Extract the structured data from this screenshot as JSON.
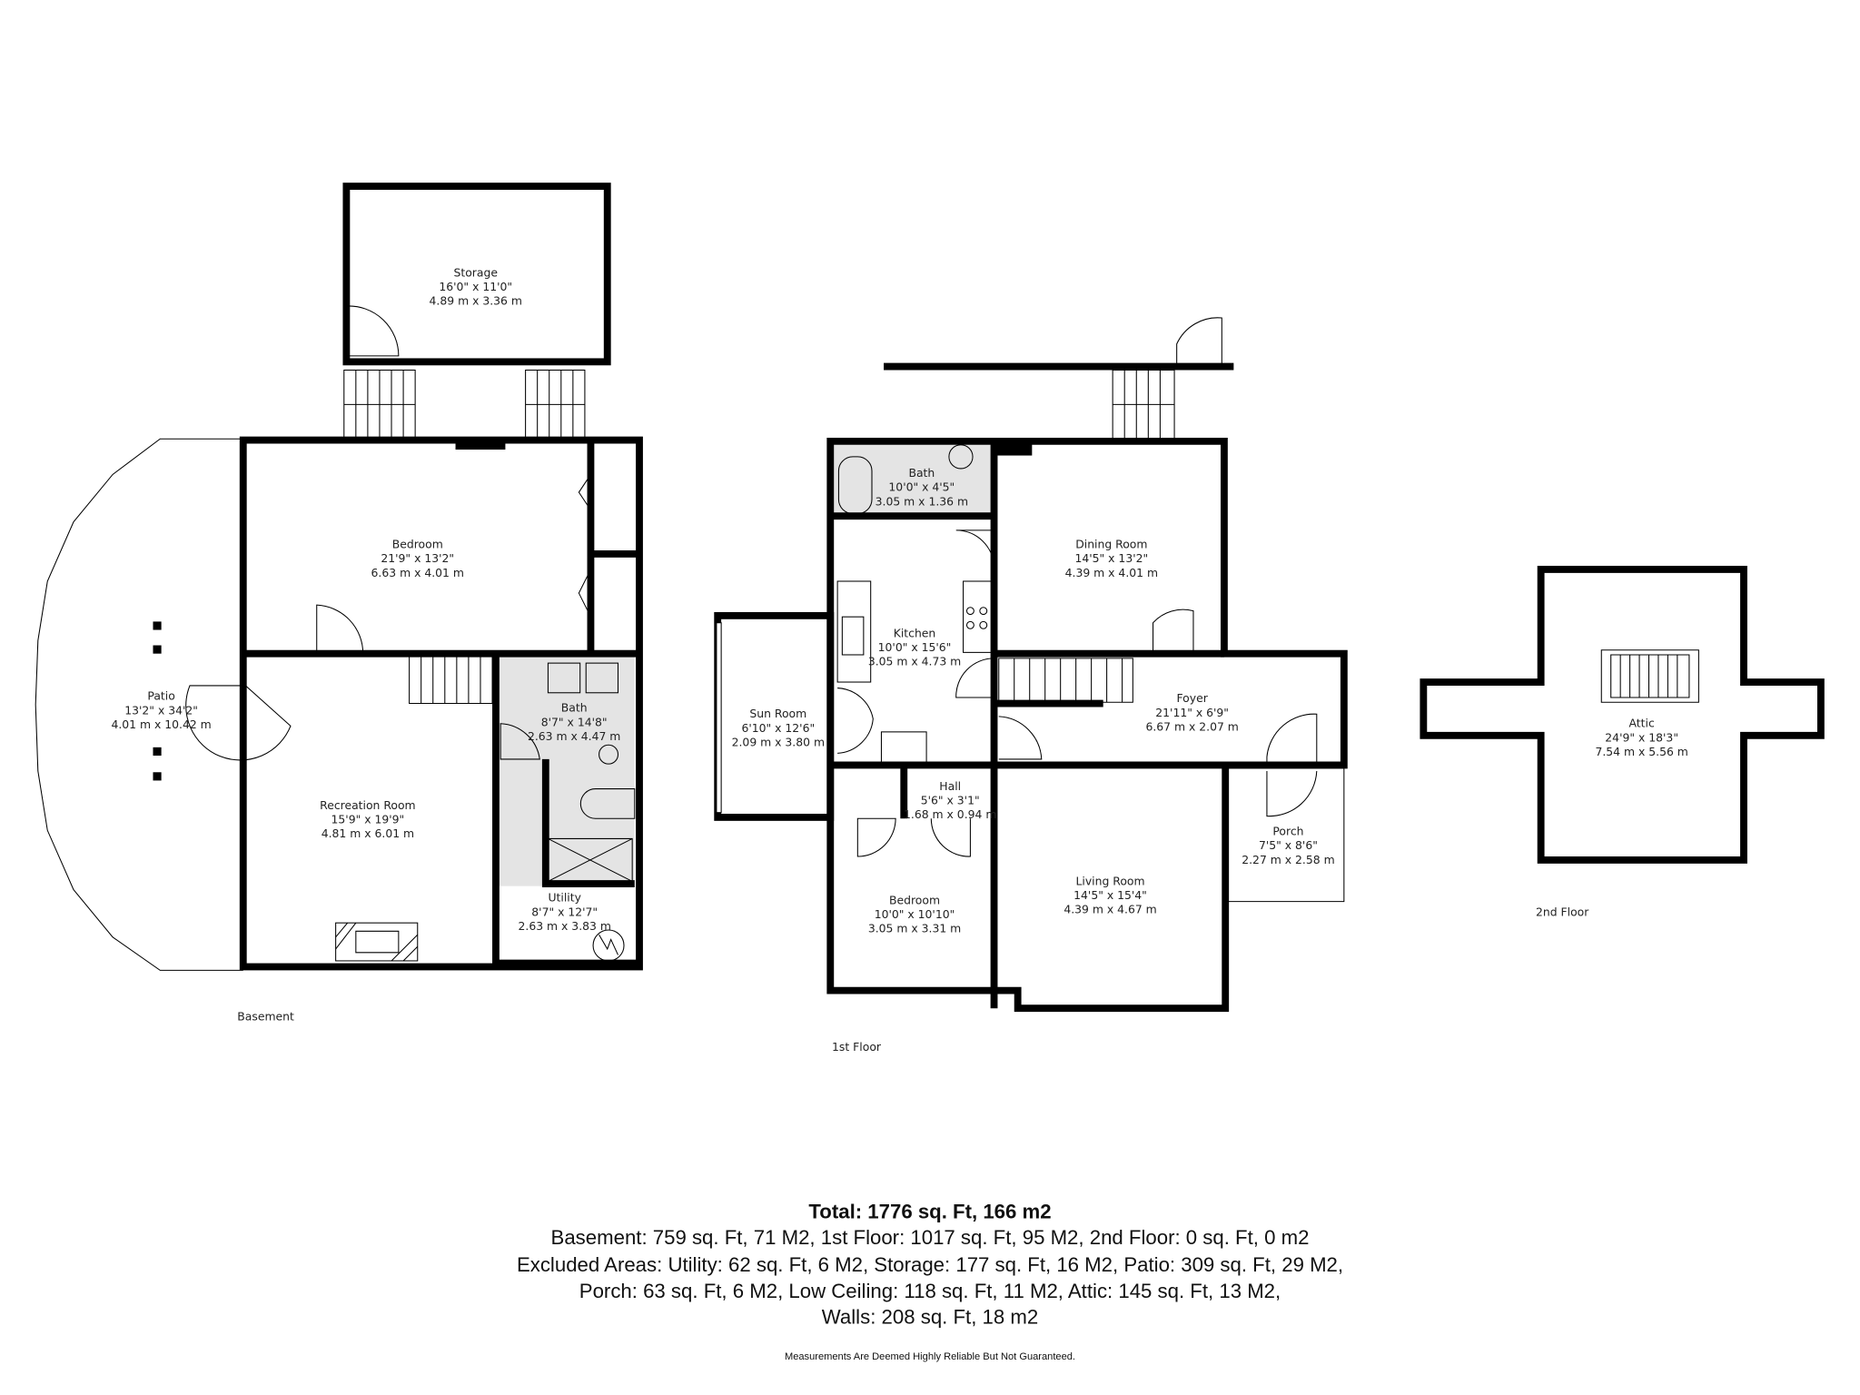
{
  "floors": [
    {
      "label": "Basement",
      "rooms": [
        {
          "name": "Storage",
          "imperial": "16'0\" x 11'0\"",
          "metric": "4.89 m x 3.36 m"
        },
        {
          "name": "Bedroom",
          "imperial": "21'9\" x 13'2\"",
          "metric": "6.63 m x 4.01 m"
        },
        {
          "name": "Patio",
          "imperial": "13'2\" x 34'2\"",
          "metric": "4.01 m x 10.42 m"
        },
        {
          "name": "Bath",
          "imperial": "8'7\" x 14'8\"",
          "metric": "2.63 m x 4.47 m"
        },
        {
          "name": "Recreation Room",
          "imperial": "15'9\" x 19'9\"",
          "metric": "4.81 m x 6.01 m"
        },
        {
          "name": "Utility",
          "imperial": "8'7\" x 12'7\"",
          "metric": "2.63 m x 3.83 m"
        }
      ]
    },
    {
      "label": "1st Floor",
      "rooms": [
        {
          "name": "Bath",
          "imperial": "10'0\" x 4'5\"",
          "metric": "3.05 m x 1.36 m"
        },
        {
          "name": "Dining Room",
          "imperial": "14'5\" x 13'2\"",
          "metric": "4.39 m x 4.01 m"
        },
        {
          "name": "Kitchen",
          "imperial": "10'0\" x 15'6\"",
          "metric": "3.05 m x 4.73 m"
        },
        {
          "name": "Sun Room",
          "imperial": "6'10\" x 12'6\"",
          "metric": "2.09 m x 3.80 m"
        },
        {
          "name": "Foyer",
          "imperial": "21'11\" x 6'9\"",
          "metric": "6.67 m x 2.07 m"
        },
        {
          "name": "Hall",
          "imperial": "5'6\" x 3'1\"",
          "metric": "1.68 m x 0.94 m"
        },
        {
          "name": "Porch",
          "imperial": "7'5\" x 8'6\"",
          "metric": "2.27 m x 2.58 m"
        },
        {
          "name": "Bedroom",
          "imperial": "10'0\" x 10'10\"",
          "metric": "3.05 m x 3.31 m"
        },
        {
          "name": "Living Room",
          "imperial": "14'5\" x 15'4\"",
          "metric": "4.39 m x 4.67 m"
        }
      ]
    },
    {
      "label": "2nd Floor",
      "rooms": [
        {
          "name": "Attic",
          "imperial": "24'9\" x 18'3\"",
          "metric": "7.54 m x 5.56 m"
        }
      ]
    }
  ],
  "summary": {
    "total": "Total: 1776 sq. Ft, 166 m2",
    "lines": [
      "Basement: 759 sq. Ft, 71 M2, 1st Floor: 1017 sq. Ft, 95 M2, 2nd Floor: 0 sq. Ft, 0 m2",
      "Excluded Areas: Utility: 62 sq. Ft, 6 M2, Storage: 177 sq. Ft, 16 M2, Patio: 309 sq. Ft, 29 M2,",
      "Porch: 63 sq. Ft, 6 M2, Low Ceiling: 118 sq. Ft, 11 M2, Attic: 145 sq. Ft, 13 M2,",
      "Walls: 208 sq. Ft, 18 m2"
    ],
    "disclaimer": "Measurements Are Deemed Highly Reliable But Not Guaranteed."
  },
  "colors": {
    "wall": "#000000",
    "wet_area": "#e4e4e4",
    "background": "#ffffff"
  }
}
